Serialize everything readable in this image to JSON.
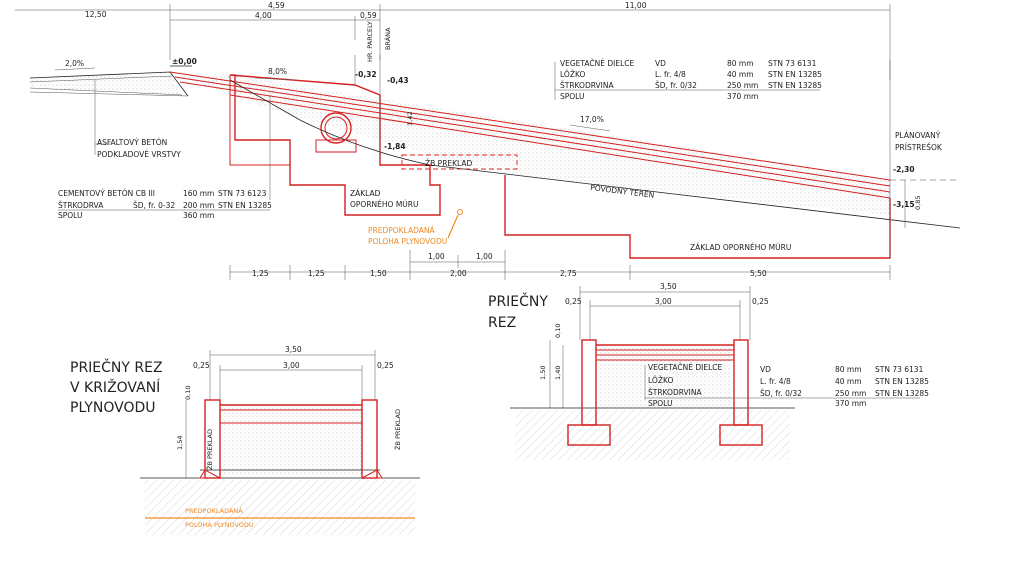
{
  "top_dims": {
    "d1": "12,50",
    "d2": "4,59",
    "d3": "11,00",
    "d4": "4,00",
    "d5": "0,59"
  },
  "levels": {
    "zero": "±0,00",
    "l1": "-0,32",
    "l2": "-0,43",
    "l3": "-1,84",
    "l4": "-2,30",
    "l5": "-3,15",
    "h1": "1,42",
    "h2": "0,85"
  },
  "slopes": {
    "s1": "2,0%",
    "s2": "8,0%",
    "s3": "17,0%"
  },
  "vlabels": {
    "hr_parcely": "HR. PARCELY",
    "brana": "BRÁNA"
  },
  "left_layers": {
    "asfalt": "ASFALTOVÝ BETÓN",
    "podklad": "PODKLADOVÉ VRSTVY"
  },
  "composition1": {
    "rows": [
      {
        "name": "CEMENTOVÝ BETÓN  CB III",
        "thick": "160 mm",
        "norm": "STN 73 6123"
      },
      {
        "name": "ŠTRKODRVA",
        "grade": "ŠD, fr. 0-32",
        "thick": "200 mm",
        "norm": "STN EN 13285"
      },
      {
        "name": "SPOLU",
        "thick": "360 mm",
        "norm": ""
      }
    ]
  },
  "composition_top": {
    "rows": [
      {
        "name": "VEGETAČNÉ DIELCE",
        "grade": "VD",
        "thick": "80 mm",
        "norm": "STN 73 6131"
      },
      {
        "name": "LÔŽKO",
        "grade": "L. fr. 4/8",
        "thick": "40 mm",
        "norm": "STN EN 13285"
      },
      {
        "name": "ŠTRKODRVINA",
        "grade": "ŠD, fr. 0/32",
        "thick": "250 mm",
        "norm": "STN EN 13285"
      },
      {
        "name": "SPOLU",
        "grade": "",
        "thick": "370 mm",
        "norm": ""
      }
    ]
  },
  "labels": {
    "zaklad1a": "ZÁKLAD",
    "zaklad1b": "OPORNÉHO MÚRU",
    "zb_preklad": "ŽB PREKLAD",
    "povodny": "PÔVODNÝ TERÉN",
    "zaklad2": "ZÁKLAD OPORNÉHO MÚRU",
    "planovany1": "PLÁNOVANÝ",
    "planovany2": "PRÍSTREŠOK",
    "pred1": "PREDPOKLADANÁ",
    "pred2": "POLOHA PLYNOVODU"
  },
  "bottom_dims": [
    "1,25",
    "1,25",
    "1,50",
    "2,00",
    "2,75",
    "5,50"
  ],
  "sub_dims": [
    "1,00",
    "1,00"
  ],
  "section_left": {
    "title1": "PRIEČNY REZ",
    "title2": "V KRIŽOVANÍ",
    "title3": "PLYNOVODU",
    "d_total": "3,50",
    "d_mid": "3,00",
    "d_edge": "0,25",
    "h1": "0,10",
    "h2": "1,54",
    "preklad": "ŽB PREKLAD",
    "pred1": "PREDPOKLADANÁ",
    "pred2": "POLOHA PLYNOVODU"
  },
  "section_right": {
    "title1": "PRIEČNY",
    "title2": "REZ",
    "d_total": "3,50",
    "d_mid": "3,00",
    "d_edge": "0,25",
    "h1": "0,10",
    "h2": "1,50",
    "h3": "1,40",
    "rows": [
      {
        "name": "VEGETAČNÉ DIELCE",
        "grade": "VD",
        "thick": "80 mm",
        "norm": "STN 73 6131"
      },
      {
        "name": "LÔŽKO",
        "grade": "L. fr. 4/8",
        "thick": "40 mm",
        "norm": "STN EN 13285"
      },
      {
        "name": "ŠTRKODRVINA",
        "grade": "ŠD, fr. 0/32",
        "thick": "250 mm",
        "norm": "STN EN 13285"
      },
      {
        "name": "SPOLU",
        "grade": "",
        "thick": "370 mm",
        "norm": ""
      }
    ]
  },
  "colors": {
    "red": "#d42020",
    "orange": "#f08a24",
    "black": "#222222"
  }
}
